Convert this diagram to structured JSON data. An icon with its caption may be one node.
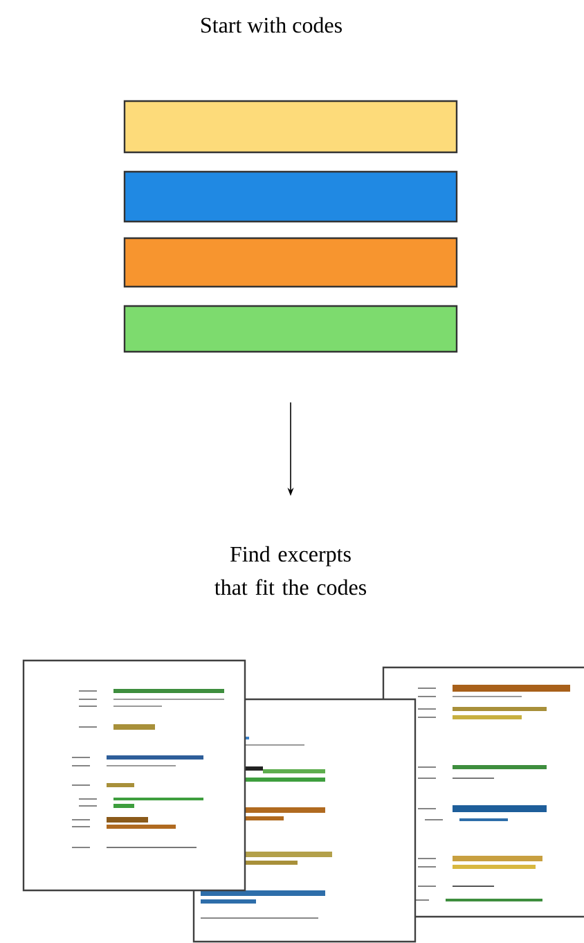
{
  "diagram": {
    "nodes": [
      {
        "text": [],
        "shape": "bar"
      },
      {
        "text": [],
        "shape": "bar"
      },
      {
        "text": [],
        "shape": "bar"
      },
      {
        "text": [],
        "shape": "bar"
      },
      {
        "text": [
          "Find excerpts that fit the codes"
        ]
      },
      {
        "text": [],
        "shape": "picture"
      },
      {
        "text": [],
        "shape": "picture"
      },
      {
        "text": [],
        "shape": "picture"
      }
    ],
    "edges": [
      {
        "from": 3,
        "to": 4,
        "arrow": "to"
      }
    ],
    "labels": [
      "Start with codes"
    ]
  }
}
